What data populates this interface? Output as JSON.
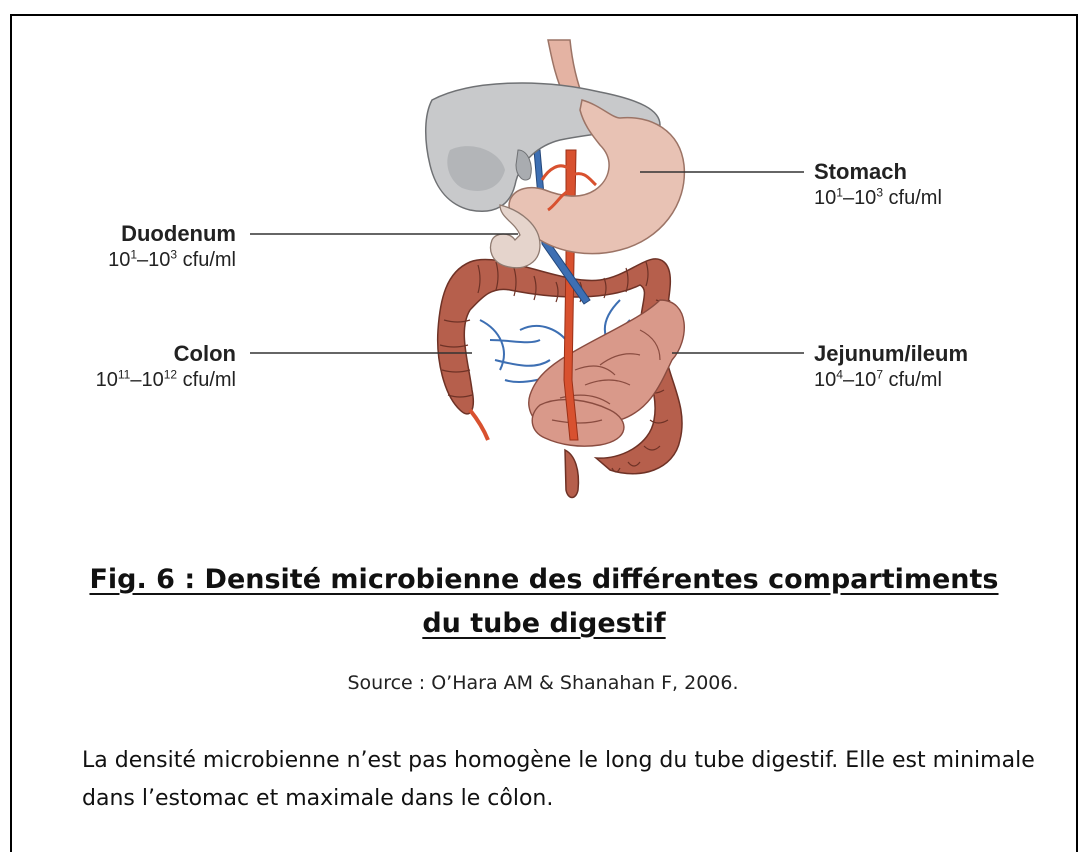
{
  "figure": {
    "labels": {
      "stomach": {
        "name": "Stomach",
        "base1": "10",
        "exp1": "1",
        "sep": "–",
        "base2": "10",
        "exp2": "3",
        "unit": " cfu/ml"
      },
      "duodenum": {
        "name": "Duodenum",
        "base1": "10",
        "exp1": "1",
        "sep": "–",
        "base2": "10",
        "exp2": "3",
        "unit": " cfu/ml"
      },
      "colon": {
        "name": "Colon",
        "base1": "10",
        "exp1": "11",
        "sep": "–",
        "base2": "10",
        "exp2": "12",
        "unit": " cfu/ml"
      },
      "jejunum": {
        "name": "Jejunum/ileum",
        "base1": "10",
        "exp1": "4",
        "sep": "–",
        "base2": "10",
        "exp2": "7",
        "unit": " cfu/ml"
      }
    },
    "colors": {
      "liver": "#c8c9cb",
      "stomach": "#e8c2b4",
      "colon": "#b65f4c",
      "small_intestine": "#d9998a",
      "vessel_red": "#d8512f",
      "vessel_blue": "#3d6fb3"
    }
  },
  "caption": {
    "title_line1": "Fig. 6 : Densité microbienne des différentes compartiments",
    "title_line2": "du tube digestif",
    "source": "Source : O’Hara AM & Shanahan F, 2006."
  },
  "body": {
    "paragraph": "La densité microbienne n’est pas homogène le long du tube digestif. Elle est minimale dans l’estomac et maximale dans le côlon."
  }
}
